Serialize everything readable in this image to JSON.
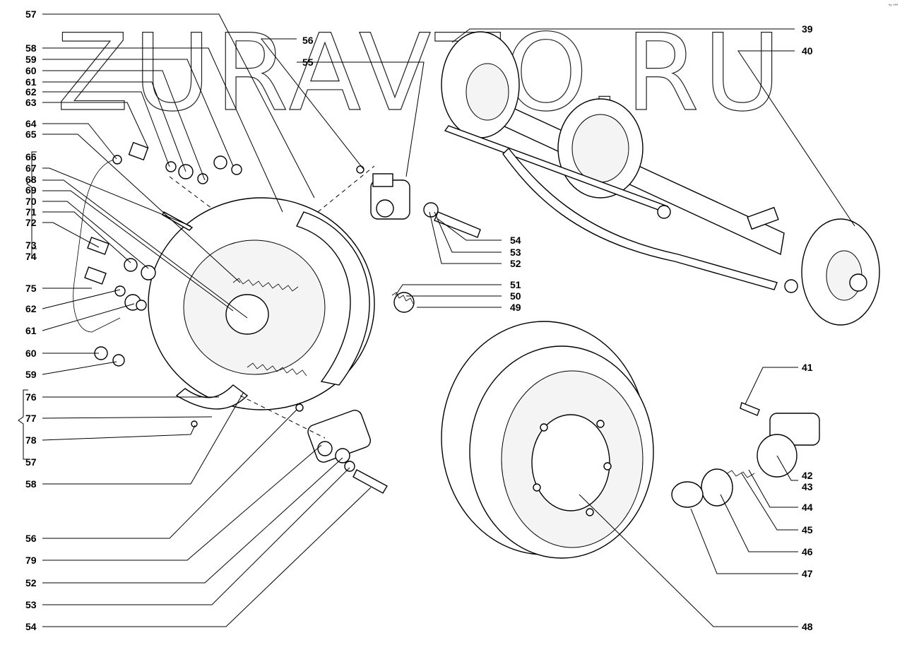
{
  "watermark": "ZURAVTO.RU",
  "corner_mark": "°ⁿ °°°",
  "callouts": [
    "57",
    "58",
    "59",
    "60",
    "61",
    "62",
    "63",
    "64",
    "65",
    "66",
    "67",
    "68",
    "69",
    "70",
    "71",
    "72",
    "73",
    "74",
    "75",
    "62",
    "61",
    "60",
    "59",
    "76",
    "77",
    "78",
    "57",
    "58",
    "56",
    "79",
    "52",
    "53",
    "54",
    "56",
    "55",
    "54",
    "53",
    "52",
    "51",
    "50",
    "49",
    "39",
    "40",
    "41",
    "42",
    "43",
    "44",
    "45",
    "46",
    "47",
    "48"
  ]
}
